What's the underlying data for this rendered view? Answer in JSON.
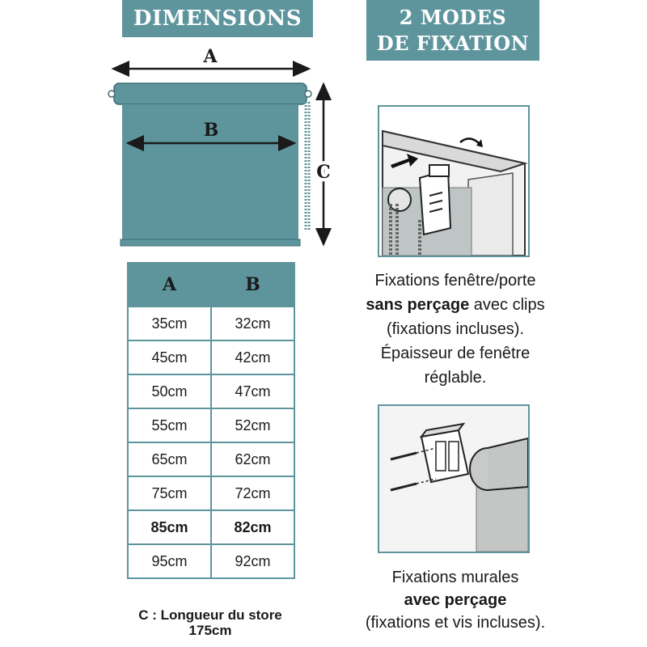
{
  "dimensions_banner": "DIMENSIONS",
  "fixation_banner": [
    "2 MODES",
    "DE FIXATION"
  ],
  "diagram": {
    "label_a": "A",
    "label_b": "B",
    "label_c": "C",
    "blind_color": "#5e959d"
  },
  "table": {
    "headers": [
      "A",
      "B"
    ],
    "rows": [
      [
        "35cm",
        "32cm"
      ],
      [
        "45cm",
        "42cm"
      ],
      [
        "50cm",
        "47cm"
      ],
      [
        "55cm",
        "52cm"
      ],
      [
        "65cm",
        "62cm"
      ],
      [
        "75cm",
        "72cm"
      ],
      [
        "85cm",
        "82cm"
      ],
      [
        "95cm",
        "92cm"
      ]
    ],
    "highlighted_row": 6
  },
  "c_note": {
    "line1": "C : Longueur du store",
    "line2": "175cm"
  },
  "clip_mount": {
    "line1": "Fixations fenêtre/porte",
    "line2_bold": "sans perçage",
    "line2_rest": " avec clips",
    "line3": "(fixations incluses).",
    "line4": "Épaisseur de fenêtre",
    "line5": "réglable."
  },
  "wall_mount": {
    "line1": "Fixations murales",
    "line2_bold": "avec perçage",
    "line3": "(fixations et vis incluses)."
  },
  "colors": {
    "accent": "#5e959d"
  }
}
